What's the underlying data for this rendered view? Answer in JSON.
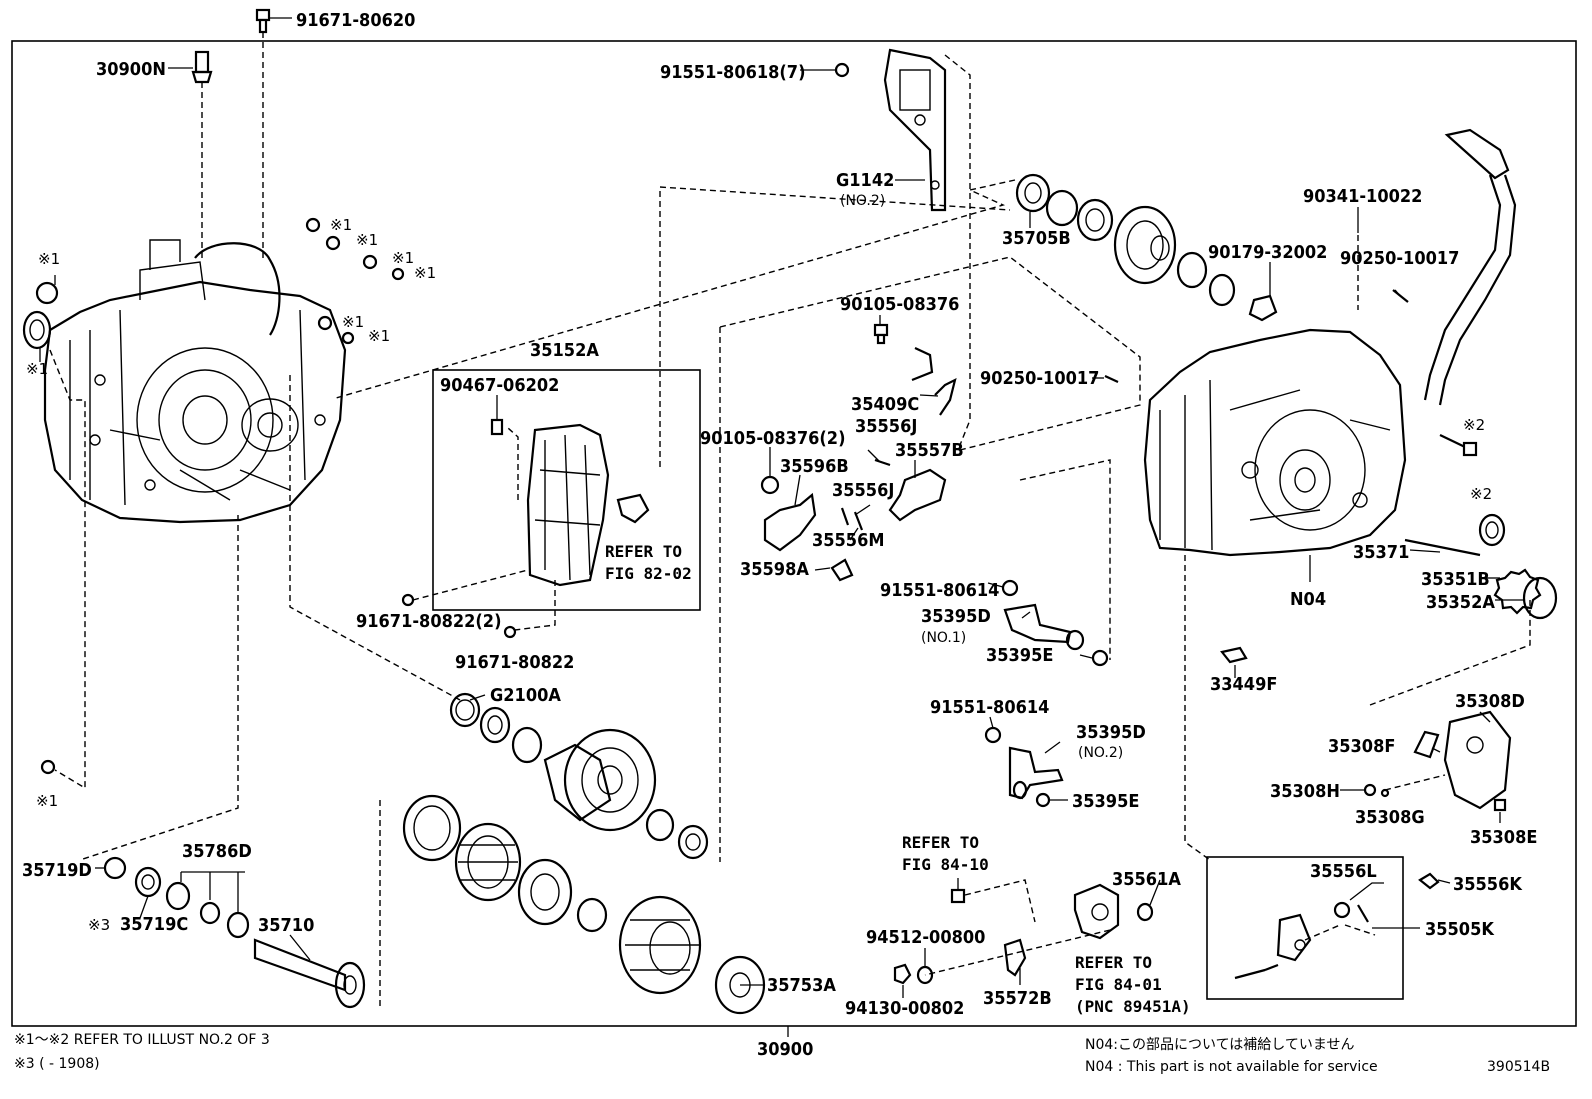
{
  "labels": {
    "top_bolt": "91671-80620",
    "breather": "30900N",
    "g1142": "G1142",
    "g1142_sub": "(NO.2)",
    "bolt_7": "91551-80618(7)",
    "bearing_35705b": "35705B",
    "bolt_90341": "90341-10022",
    "bearing_90179": "90179-32002",
    "pin_90250_a": "90250-10017",
    "pin_90250_b": "90250-10017",
    "bolt_90105_a": "90105-08376",
    "spring_35409c": "35409C",
    "pin_35556j_a": "35556J",
    "lever_35557b": "35557B",
    "bolt_90105_b": "90105-08376(2)",
    "detent_35596b": "35596B",
    "pin_35556j_b": "35556J",
    "pin_35556m": "35556M",
    "plate_35598a": "35598A",
    "bolt_91551_a": "91551-80614",
    "sensor_35395d_a": "35395D",
    "sensor_35395d_a_sub": "(NO.1)",
    "oring_35395e_a": "35395E",
    "n04": "N04",
    "seal_35371": "35371",
    "gear_35351b": "35351B",
    "gear_35352a": "35352A",
    "clip_33449f": "33449F",
    "mark_x2_a": "※2",
    "mark_x2_b": "※2",
    "valve_35152a": "35152A",
    "bolt_90467": "90467-06202",
    "refer_82_line1": "REFER TO",
    "refer_82_line2": "FIG 82-02",
    "bolt_91671_80822_2": "91671-80822(2)",
    "bolt_91671_80822": "91671-80822",
    "ring_g2100a": "G2100A",
    "bolt_91551_b": "91551-80614",
    "sensor_35395d_b": "35395D",
    "sensor_35395d_b_sub": "(NO.2)",
    "oring_35395e_b": "35395E",
    "cover_35308d": "35308D",
    "gasket_35308f": "35308F",
    "bolt_35308h": "35308H",
    "plug_35308g": "35308G",
    "bolt_35308e": "35308E",
    "refer_84_10_line1": "REFER TO",
    "refer_84_10_line2": "FIG 84-10",
    "pump_35561a": "35561A",
    "washer_94512": "94512-00800",
    "nut_94130": "94130-00802",
    "sensor_35572b": "35572B",
    "refer_84_01_line1": "REFER TO",
    "refer_84_01_line2": "FIG 84-01",
    "refer_84_01_line3": "(PNC 89451A)",
    "pin_35556l": "35556L",
    "spring_35556k": "35556K",
    "kit_35505k": "35505K",
    "oring_35719d": "35719D",
    "bearing_35786d": "35786D",
    "mark_x3": "※3",
    "bearing_35719c": "35719C",
    "shaft_35710": "35710",
    "plate_35753a": "35753A",
    "assembly_30900": "30900",
    "mark_x1_a": "※1",
    "mark_x1_b": "※1",
    "mark_x1_c": "※1",
    "mark_x1_d": "※1",
    "mark_x1_e": "※1",
    "mark_x1_f": "※1",
    "mark_x1_g": "※1",
    "mark_x1_h": "※1",
    "mark_x1_i": "※1",
    "mark_x1_j": "※1"
  },
  "footer": {
    "note_refer": "※1～※2 REFER TO ILLUST NO.2 OF 3",
    "note_range": "※3 (          - 1908)",
    "n04_jp": "N04:この部品については補給していません",
    "n04_en": "N04 : This part is not available for service",
    "illustration_id": "390514B"
  }
}
